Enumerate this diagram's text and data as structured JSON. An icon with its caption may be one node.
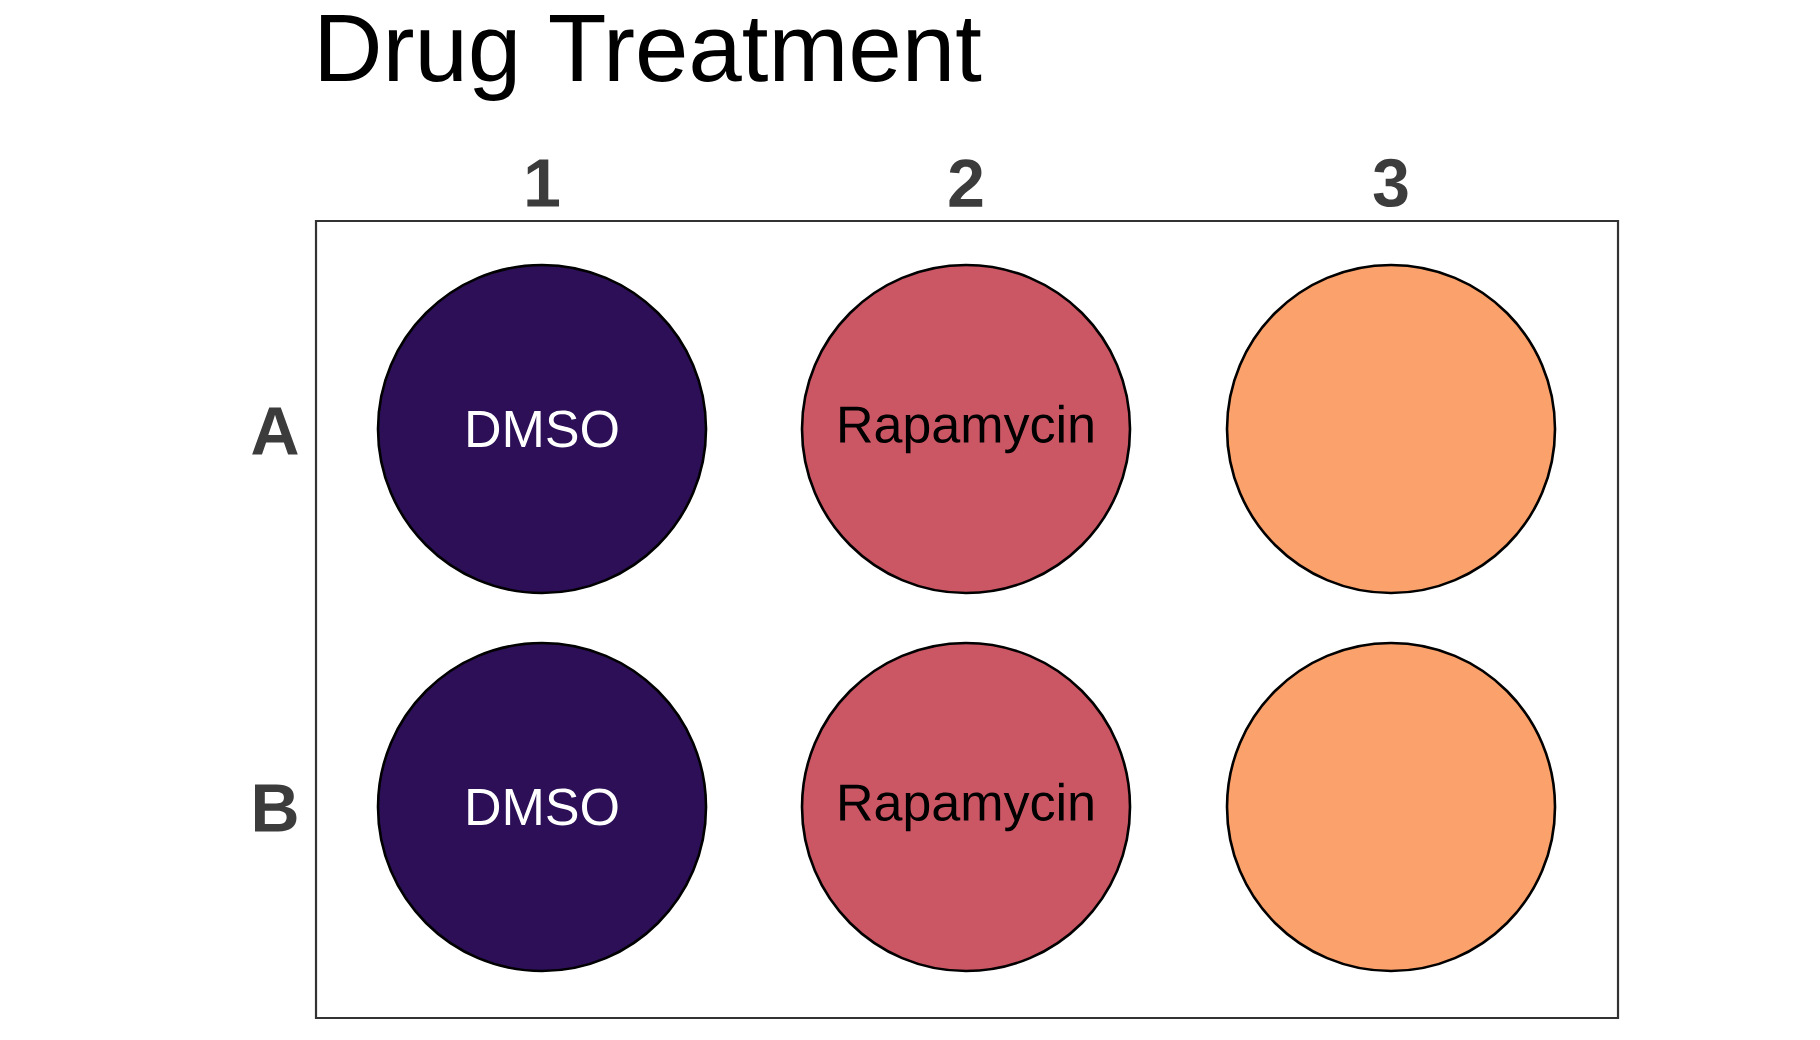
{
  "diagram": {
    "title": "Drug Treatment",
    "nodes": [
      {
        "text": [],
        "shape": "box"
      },
      {
        "text": [
          "DMSO"
        ],
        "in": 0
      },
      {
        "text": [
          "Rapamycin"
        ],
        "in": 0
      },
      {
        "text": [],
        "shape": "circle",
        "in": 0
      },
      {
        "text": [
          "DMSO"
        ],
        "in": 0
      },
      {
        "text": [
          "Rapamycin"
        ],
        "in": 0
      },
      {
        "text": [],
        "shape": "circle",
        "in": 0
      }
    ],
    "labels": [
      "1",
      "2",
      "3",
      "A",
      "B"
    ]
  }
}
